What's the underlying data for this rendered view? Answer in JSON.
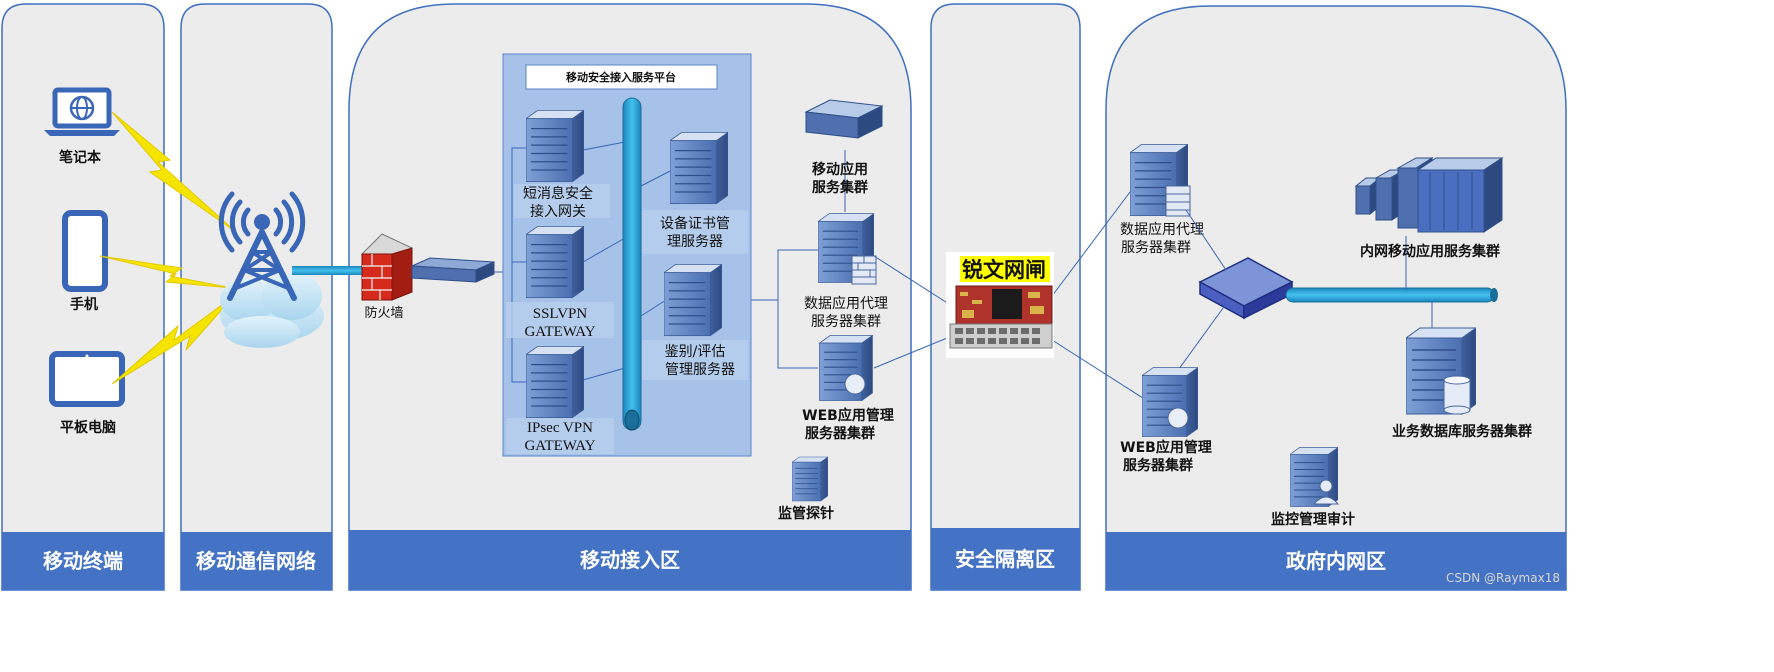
{
  "zones": [
    {
      "label": "移动终端"
    },
    {
      "label": "移动通信网络"
    },
    {
      "label": "移动接入区"
    },
    {
      "label": "安全隔离区"
    },
    {
      "label": "政府内网区"
    }
  ],
  "terminals": {
    "laptop": "笔记本",
    "phone": "手机",
    "tablet": "平板电脑"
  },
  "access": {
    "firewall": "防火墙",
    "platform_title": "移动安全接入服务平台",
    "sms_gateway": [
      "短消息安全",
      "接入网关"
    ],
    "sslvpn": [
      "SSLVPN",
      "GATEWAY"
    ],
    "ipsec": [
      "IPsec VPN",
      "GATEWAY"
    ],
    "cert_server": [
      "设备证书管",
      "理服务器"
    ],
    "auth_server": [
      "鉴别/评估",
      "管理服务器"
    ],
    "mobile_app_cluster": [
      "移动应用",
      "服务集群"
    ],
    "data_proxy_cluster": [
      "数据应用代理",
      "服务器集群"
    ],
    "web_mgmt_cluster": [
      "WEB应用管理",
      "服务器集群"
    ],
    "probe": "监管探针"
  },
  "isolation": {
    "gateway_brand": "锐文网闸"
  },
  "gov": {
    "data_proxy_cluster": [
      "数据应用代理",
      "服务器集群"
    ],
    "intranet_app_cluster": "内网移动应用服务集群",
    "web_mgmt_cluster": [
      "WEB应用管理",
      "服务器集群"
    ],
    "biz_db_cluster": "业务数据库服务器集群",
    "audit": "监控管理审计"
  },
  "watermark": "CSDN @Raymax18",
  "colors": {
    "zone_bg": "#ececec",
    "zone_border": "#3f6fbf",
    "band": "#4472c4",
    "platform_bg": "#a7c2e8",
    "server": "#5a7fbf",
    "pipe": "#29a6dc",
    "lightning": "#f5e400",
    "brand_bg": "#ffff00"
  }
}
